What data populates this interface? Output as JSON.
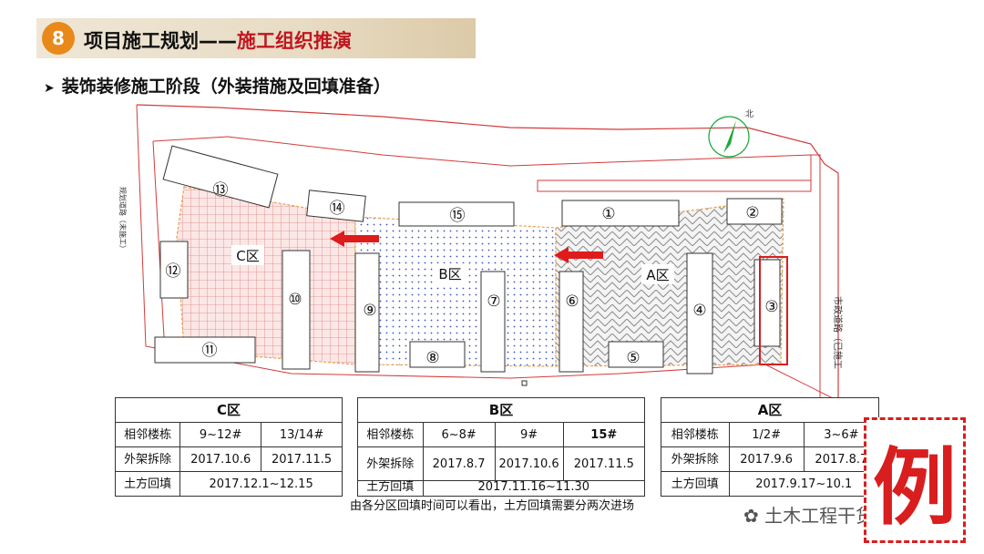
{
  "header": {
    "section_number": "8",
    "title_main": "项目施工规划——",
    "title_sub": "施工组织推演"
  },
  "subtitle": {
    "bullet_icon": "arrow-bullet-icon",
    "text": "装饰装修施工阶段（外装措施及回填准备）"
  },
  "plan": {
    "north_label": "北",
    "zones": [
      "C区",
      "B区",
      "A区"
    ],
    "building_numbers": [
      "①",
      "②",
      "③",
      "④",
      "⑤",
      "⑥",
      "⑦",
      "⑧",
      "⑨",
      "⑩",
      "⑪",
      "⑫",
      "⑬",
      "⑭",
      "⑮"
    ],
    "road_label_right": "市政道路（已施工",
    "road_label_left": "规划道路（未施工）",
    "colors": {
      "zone_c": "#d9534f",
      "zone_b": "#3b4fc2",
      "zone_a": "#8c8c8c",
      "arrow": "#e01b1b",
      "boundary": "#d33b3b",
      "north": "#1fa83a"
    }
  },
  "tables": {
    "c": {
      "title": "C区",
      "row_label_1": "相邻楼栋",
      "col1": "9~12#",
      "col2": "13/14#",
      "row_label_2": "外架拆除",
      "date1": "2017.10.6",
      "date2": "2017.11.5",
      "row_label_3": "土方回填",
      "fill": "2017.12.1~12.15"
    },
    "b": {
      "title": "B区",
      "row_label_1": "相邻楼栋",
      "col1": "6~8#",
      "col2": "9#",
      "col3": "15#",
      "row_label_2": "外架拆除",
      "date1": "2017.8.7",
      "date2": "2017.10.6",
      "date3": "2017.11.5",
      "row_label_3": "土方回填",
      "fill": "2017.11.16~11.30"
    },
    "a": {
      "title": "A区",
      "row_label_1": "相邻楼栋",
      "col1": "1/2#",
      "col2": "3~6#",
      "row_label_2": "外架拆除",
      "date1": "2017.9.6",
      "date2": "2017.8.7",
      "row_label_3": "土方回填",
      "fill": "2017.9.17~10.1"
    }
  },
  "caption": "由各分区回填时间可以看出，土方回填需要分两次进场",
  "watermark": "土木工程干货集",
  "stamp": "例"
}
